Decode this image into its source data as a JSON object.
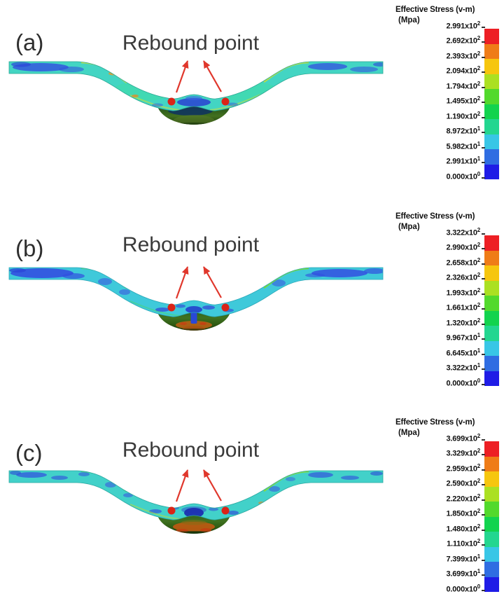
{
  "figure": {
    "colorbar": [
      "#ed1f24",
      "#ef7c17",
      "#f6c60e",
      "#abe022",
      "#52d92c",
      "#12d34e",
      "#23d690",
      "#38c6e6",
      "#2f6de2",
      "#1f1ce6"
    ],
    "accents": {
      "arrow_red": "#e0372c",
      "dot_red": "#da2418",
      "strip_cyan": "#43d5c3",
      "dome_green": "#3f7220"
    },
    "panels": [
      {
        "id": "a",
        "label": "(a)",
        "annotation": "Rebound point",
        "legend": {
          "title": "Effective Stress (v-m)",
          "unit": "(Mpa)",
          "ticks": [
            {
              "base": "2.991x10",
              "exp": "2"
            },
            {
              "base": "2.692x10",
              "exp": "2"
            },
            {
              "base": "2.393x10",
              "exp": "2"
            },
            {
              "base": "2.094x10",
              "exp": "2"
            },
            {
              "base": "1.794x10",
              "exp": "2"
            },
            {
              "base": "1.495x10",
              "exp": "2"
            },
            {
              "base": "1.190x10",
              "exp": "2"
            },
            {
              "base": "8.972x10",
              "exp": "1"
            },
            {
              "base": "5.982x10",
              "exp": "1"
            },
            {
              "base": "2.991x10",
              "exp": "1"
            },
            {
              "base": "0.000x10",
              "exp": "0"
            }
          ]
        }
      },
      {
        "id": "b",
        "label": "(b)",
        "annotation": "Rebound point",
        "legend": {
          "title": "Effective Stress (v-m)",
          "unit": "(Mpa)",
          "ticks": [
            {
              "base": "3.322x10",
              "exp": "2"
            },
            {
              "base": "2.990x10",
              "exp": "2"
            },
            {
              "base": "2.658x10",
              "exp": "2"
            },
            {
              "base": "2.326x10",
              "exp": "2"
            },
            {
              "base": "1.993x10",
              "exp": "2"
            },
            {
              "base": "1.661x10",
              "exp": "2"
            },
            {
              "base": "1.320x10",
              "exp": "2"
            },
            {
              "base": "9.967x10",
              "exp": "1"
            },
            {
              "base": "6.645x10",
              "exp": "1"
            },
            {
              "base": "3.322x10",
              "exp": "1"
            },
            {
              "base": "0.000x10",
              "exp": "0"
            }
          ]
        }
      },
      {
        "id": "c",
        "label": "(c)",
        "annotation": "Rebound point",
        "legend": {
          "title": "Effective Stress (v-m)",
          "unit": "(Mpa)",
          "ticks": [
            {
              "base": "3.699x10",
              "exp": "2"
            },
            {
              "base": "3.329x10",
              "exp": "2"
            },
            {
              "base": "2.959x10",
              "exp": "2"
            },
            {
              "base": "2.590x10",
              "exp": "2"
            },
            {
              "base": "2.220x10",
              "exp": "2"
            },
            {
              "base": "1.850x10",
              "exp": "2"
            },
            {
              "base": "1.480x10",
              "exp": "2"
            },
            {
              "base": "1.110x10",
              "exp": "2"
            },
            {
              "base": "7.399x10",
              "exp": "1"
            },
            {
              "base": "3.699x10",
              "exp": "1"
            },
            {
              "base": "0.000x10",
              "exp": "0"
            }
          ]
        }
      }
    ]
  },
  "chart_data": [
    {
      "type": "heatmap",
      "panel": "(a)",
      "title": "Effective Stress (v-m)",
      "unit": "Mpa",
      "annotation": "Rebound point",
      "legend_position": "right",
      "scale_min": 0.0,
      "scale_max": 299.1,
      "scale_ticks_mpa": [
        299.1,
        269.2,
        239.3,
        209.4,
        179.4,
        149.5,
        119.0,
        89.72,
        59.82,
        29.91,
        0.0
      ]
    },
    {
      "type": "heatmap",
      "panel": "(b)",
      "title": "Effective Stress (v-m)",
      "unit": "Mpa",
      "annotation": "Rebound point",
      "legend_position": "right",
      "scale_min": 0.0,
      "scale_max": 332.2,
      "scale_ticks_mpa": [
        332.2,
        299.0,
        265.8,
        232.6,
        199.3,
        166.1,
        132.0,
        99.67,
        66.45,
        33.22,
        0.0
      ]
    },
    {
      "type": "heatmap",
      "panel": "(c)",
      "title": "Effective Stress (v-m)",
      "unit": "Mpa",
      "annotation": "Rebound point",
      "legend_position": "right",
      "scale_min": 0.0,
      "scale_max": 369.9,
      "scale_ticks_mpa": [
        369.9,
        332.9,
        295.9,
        259.0,
        222.0,
        185.0,
        148.0,
        111.0,
        73.99,
        36.99,
        0.0
      ]
    }
  ]
}
